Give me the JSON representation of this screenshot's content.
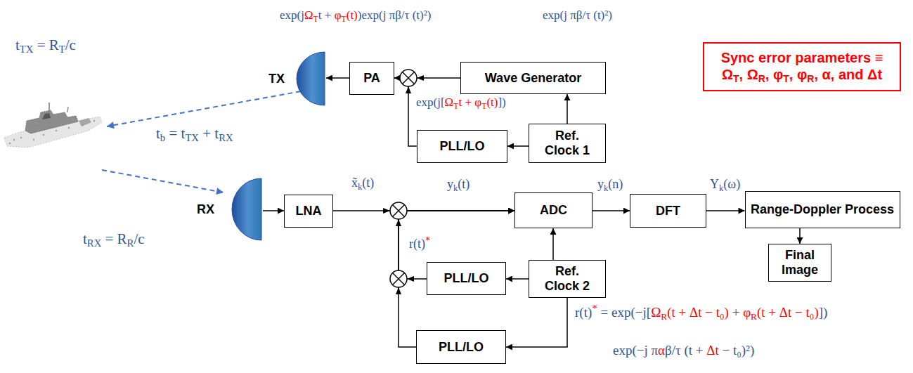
{
  "diagram": {
    "nodes": [
      {
        "text": [
          "TX"
        ]
      },
      {
        "text": [
          "PA"
        ]
      },
      {
        "text": [
          "Wave Generator"
        ]
      },
      {
        "text": [
          "PLL/LO"
        ]
      },
      {
        "text": [
          "Ref. Clock 1"
        ]
      },
      {
        "text": [
          "Sync error parameters ≡ ΩT, ΩR, φT, φR, α, and Δt"
        ]
      },
      {
        "text": [
          "RX"
        ]
      },
      {
        "text": [
          "LNA"
        ]
      },
      {
        "text": [
          "ADC"
        ]
      },
      {
        "text": [
          "DFT"
        ]
      },
      {
        "text": [
          "Range-Doppler Process"
        ]
      },
      {
        "text": [
          "PLL/LO"
        ]
      },
      {
        "text": [
          "Ref. Clock 2"
        ]
      },
      {
        "text": [
          "Final Image"
        ]
      },
      {
        "text": [
          "PLL/LO"
        ]
      }
    ],
    "edges": [
      {
        "from": 1,
        "to": 0,
        "arrow": "to"
      },
      {
        "from": 2,
        "to": 1,
        "arrow": "to"
      },
      {
        "from": 3,
        "to": 1,
        "arrow": "to"
      },
      {
        "from": 4,
        "to": 2,
        "arrow": "to"
      },
      {
        "from": 4,
        "to": 3,
        "arrow": "to"
      },
      {
        "from": 6,
        "to": 7,
        "arrow": "to"
      },
      {
        "from": 7,
        "to": 8,
        "arrow": "to"
      },
      {
        "from": 11,
        "to": 8,
        "arrow": "to"
      },
      {
        "from": 14,
        "to": 8,
        "arrow": "to"
      },
      {
        "from": 8,
        "to": 9,
        "arrow": "to"
      },
      {
        "from": 9,
        "to": 10,
        "arrow": "to"
      },
      {
        "from": 10,
        "to": 13,
        "arrow": "to"
      },
      {
        "from": 12,
        "to": 8,
        "arrow": "to"
      },
      {
        "from": 12,
        "to": 11,
        "arrow": "to"
      },
      {
        "from": 12,
        "to": 14,
        "arrow": "to"
      }
    ],
    "labels": [
      "exp(jΩTt + φT(t))exp(j πβ/τ (t)²)",
      "exp(j πβ/τ (t)²)",
      "exp(j[ΩTt + φT(t)])",
      "tTX = RT/c",
      "tb = tTX + tRX",
      "tRX = RR/c",
      "x̃k(t)",
      "yk(t)",
      "yk(n)",
      "Yk(ω)",
      "r(t)*",
      "r(t)* = exp(−j[ΩR(t + Δt − t₀) + φR(t + Δt − t₀)])",
      "exp(−j παβ/τ (t + Δt − t₀)²)"
    ]
  }
}
